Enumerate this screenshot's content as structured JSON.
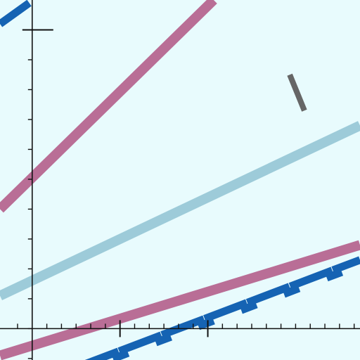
{
  "background_color": "#e8fbfd",
  "axis_color": "#111111",
  "chart_data": {
    "type": "line",
    "title": "",
    "xlabel": "",
    "ylabel": "",
    "xlim": [
      -1.1,
      11.2
    ],
    "ylim": [
      -1.05,
      11.0
    ],
    "xticks": [
      -0.5,
      0,
      0.5,
      1,
      1.5,
      2,
      2.5,
      3,
      3.5,
      4,
      4.5,
      5,
      5.5,
      6,
      6.5,
      7,
      7.5,
      8,
      8.5,
      9,
      9.5,
      10,
      10.5,
      11
    ],
    "xticks_major": [
      3,
      6
    ],
    "yticks": [
      -1,
      0,
      1,
      2,
      3,
      4,
      5,
      6,
      7,
      8,
      9,
      10
    ],
    "yticks_major": [
      10
    ],
    "grid": false,
    "legend": "none",
    "series": [
      {
        "color": "#b96e96",
        "points": [
          [
            -1.1,
            4.0
          ],
          [
            6.2,
            11.0
          ]
        ]
      },
      {
        "color": "#9dcbd9",
        "points": [
          [
            -1.1,
            1.1
          ],
          [
            11.2,
            6.8
          ]
        ]
      },
      {
        "color": "#b96e96",
        "points": [
          [
            -1.1,
            -0.9
          ],
          [
            11.2,
            2.8
          ]
        ]
      },
      {
        "color": "#1563b3",
        "style": "zigzag",
        "points": [
          [
            -1.1,
            10.2
          ],
          [
            -0.1,
            10.9
          ]
        ]
      },
      {
        "color": "#1563b3",
        "style": "zigzag",
        "points": [
          [
            1.5,
            -1.3
          ],
          [
            11.2,
            2.3
          ]
        ]
      },
      {
        "color": "#666666",
        "style": "segment",
        "points": [
          [
            8.8,
            8.5
          ],
          [
            9.3,
            7.3
          ]
        ]
      }
    ]
  }
}
